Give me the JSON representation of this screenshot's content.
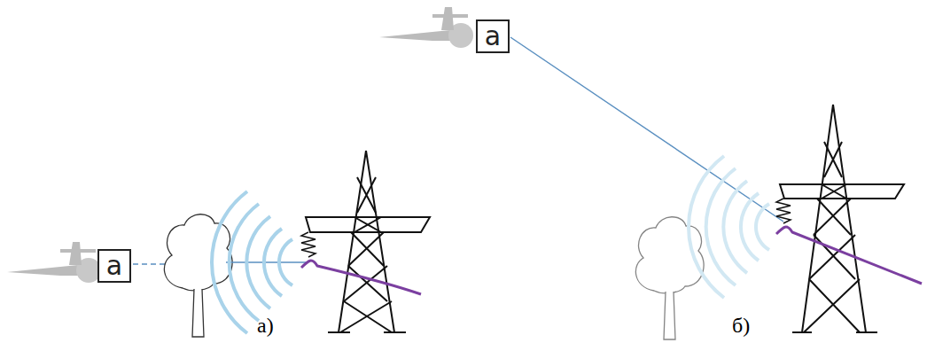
{
  "diagram": {
    "nodes": [
      {
        "text": [
          "а"
        ]
      },
      {
        "text": [
          "а"
        ]
      }
    ],
    "labels": [
      "а)",
      "б)"
    ]
  }
}
